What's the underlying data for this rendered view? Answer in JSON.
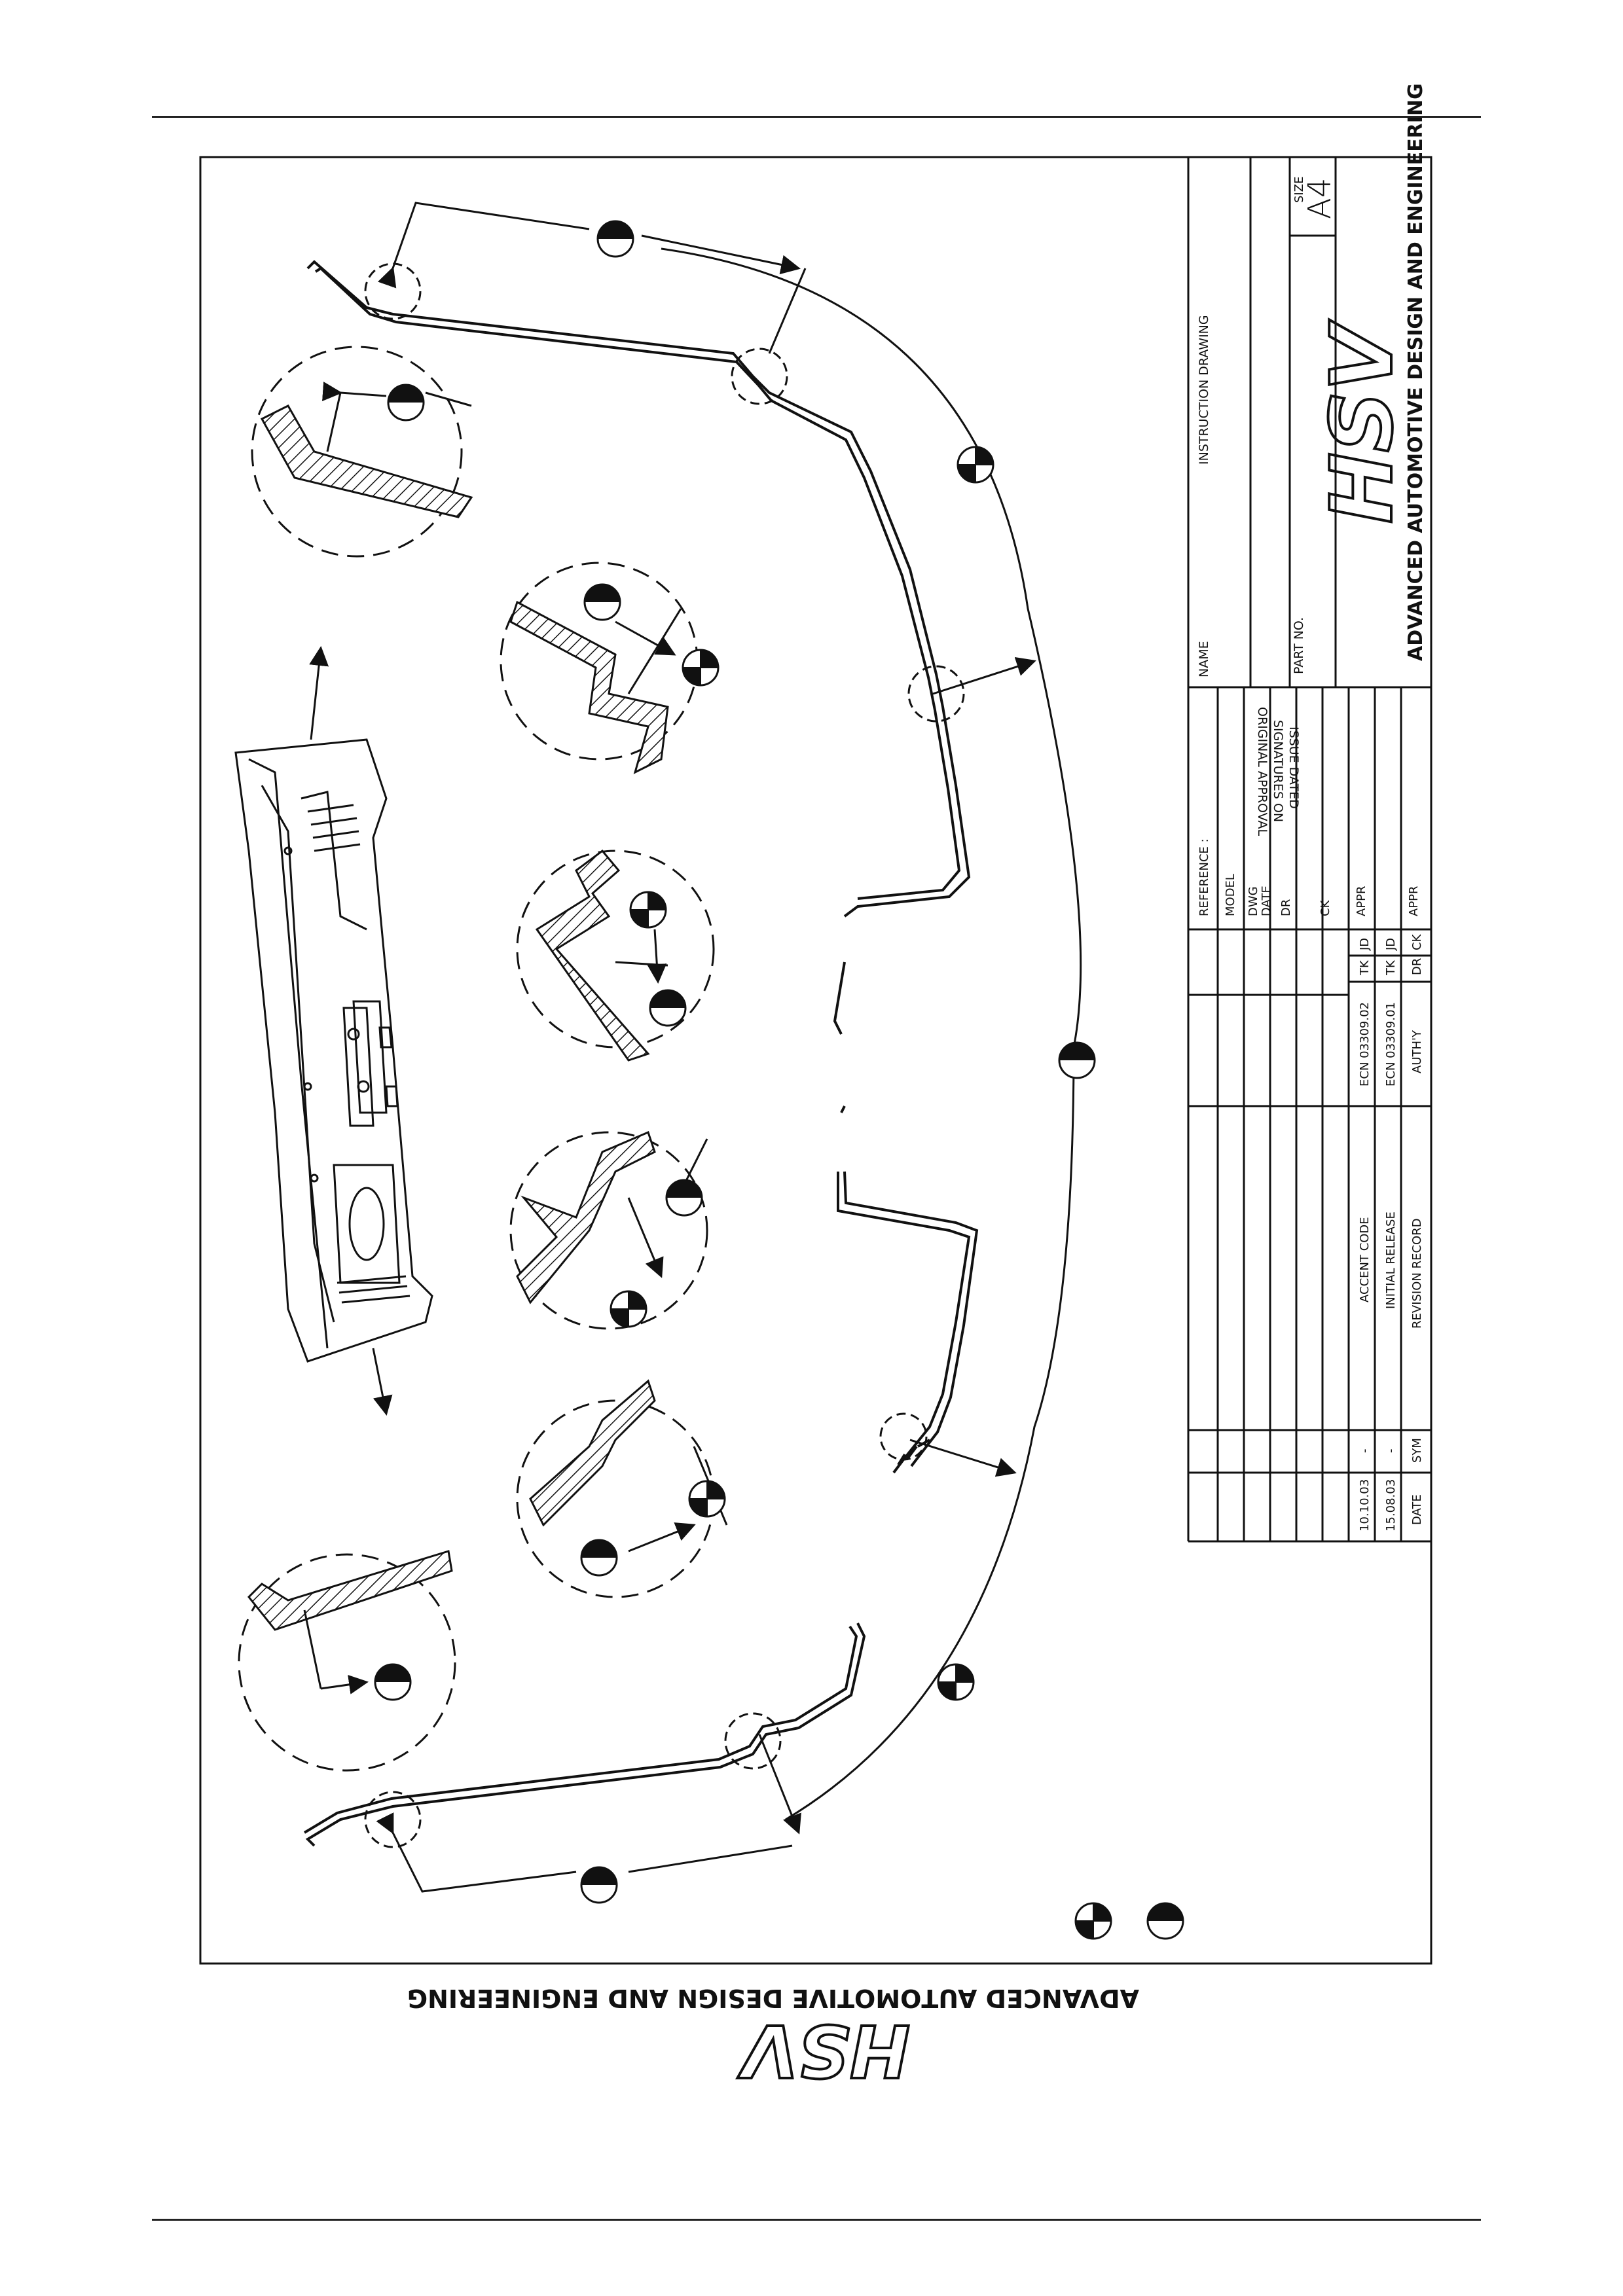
{
  "company": {
    "tagline": "ADVANCED AUTOMOTIVE DESIGN AND ENGINEERING",
    "logo_text": "HSV"
  },
  "title_block": {
    "drawing_type": "INSTRUCTION DRAWING",
    "name_label": "NAME",
    "part_no_label": "PART NO.",
    "size_label": "SIZE",
    "size_value": "A4",
    "reference_label": "REFERENCE :",
    "model_label": "MODEL",
    "dwg_date_label_1": "DWG",
    "dwg_date_label_2": "DATE",
    "dr_label": "DR",
    "ck_label": "CK",
    "appr_label": "APPR",
    "approval_1": "ORIGINAL APPROVAL",
    "approval_2": "SIGNATURES ON",
    "approval_3": "ISSUE DATED"
  },
  "revisions": [
    {
      "date": "10.10.03",
      "sym": "-",
      "desc": "ACCENT CODE",
      "ecn": "ECN 03309.02",
      "dr": "TK",
      "ck": "JD",
      "appr": "APPR"
    },
    {
      "date": "15.08.03",
      "sym": "-",
      "desc": "INITIAL RELEASE",
      "ecn": "ECN 03309.01",
      "dr": "TK",
      "ck": "JD",
      "appr": "APPR"
    }
  ],
  "revision_header": {
    "date": "DATE",
    "sym": "SYM",
    "desc": "REVISION RECORD",
    "auth": "AUTH'Y",
    "dr": "DR",
    "ck": "CK"
  }
}
